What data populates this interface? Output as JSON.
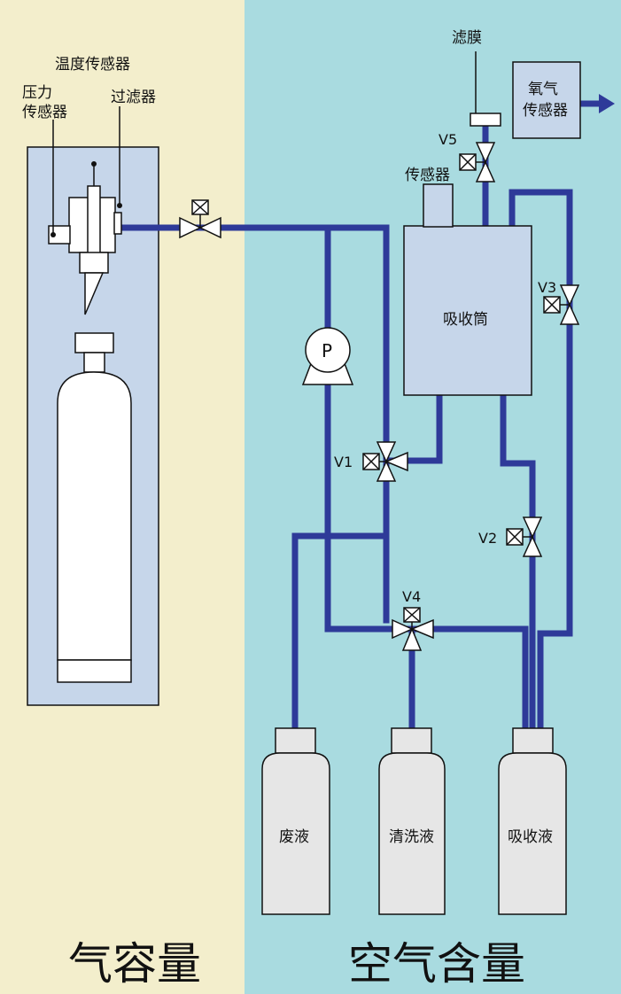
{
  "colors": {
    "left_bg": "#f3eecc",
    "right_bg": "#a9dbe0",
    "panel": "#c6d6ea",
    "pipe": "#2e3a99",
    "bottle": "#e6e6e6",
    "vessel": "#c6d6ea"
  },
  "sections": {
    "left_title": "气容量",
    "right_title": "空气含量"
  },
  "labels": {
    "temperature_sensor": "温度传感器",
    "pressure_sensor_line1": "压力",
    "pressure_sensor_line2": "传感器",
    "filter": "过滤器",
    "membrane": "滤膜",
    "oxygen_sensor_line1": "氧气",
    "oxygen_sensor_line2": "传感器",
    "sensor": "传感器",
    "absorption_tube": "吸收筒",
    "pump": "P"
  },
  "valves": {
    "v1": "V1",
    "v2": "V2",
    "v3": "V3",
    "v4": "V4",
    "v5": "V5"
  },
  "bottles": {
    "waste": "废液",
    "cleaning": "清洗液",
    "absorbent": "吸收液"
  }
}
